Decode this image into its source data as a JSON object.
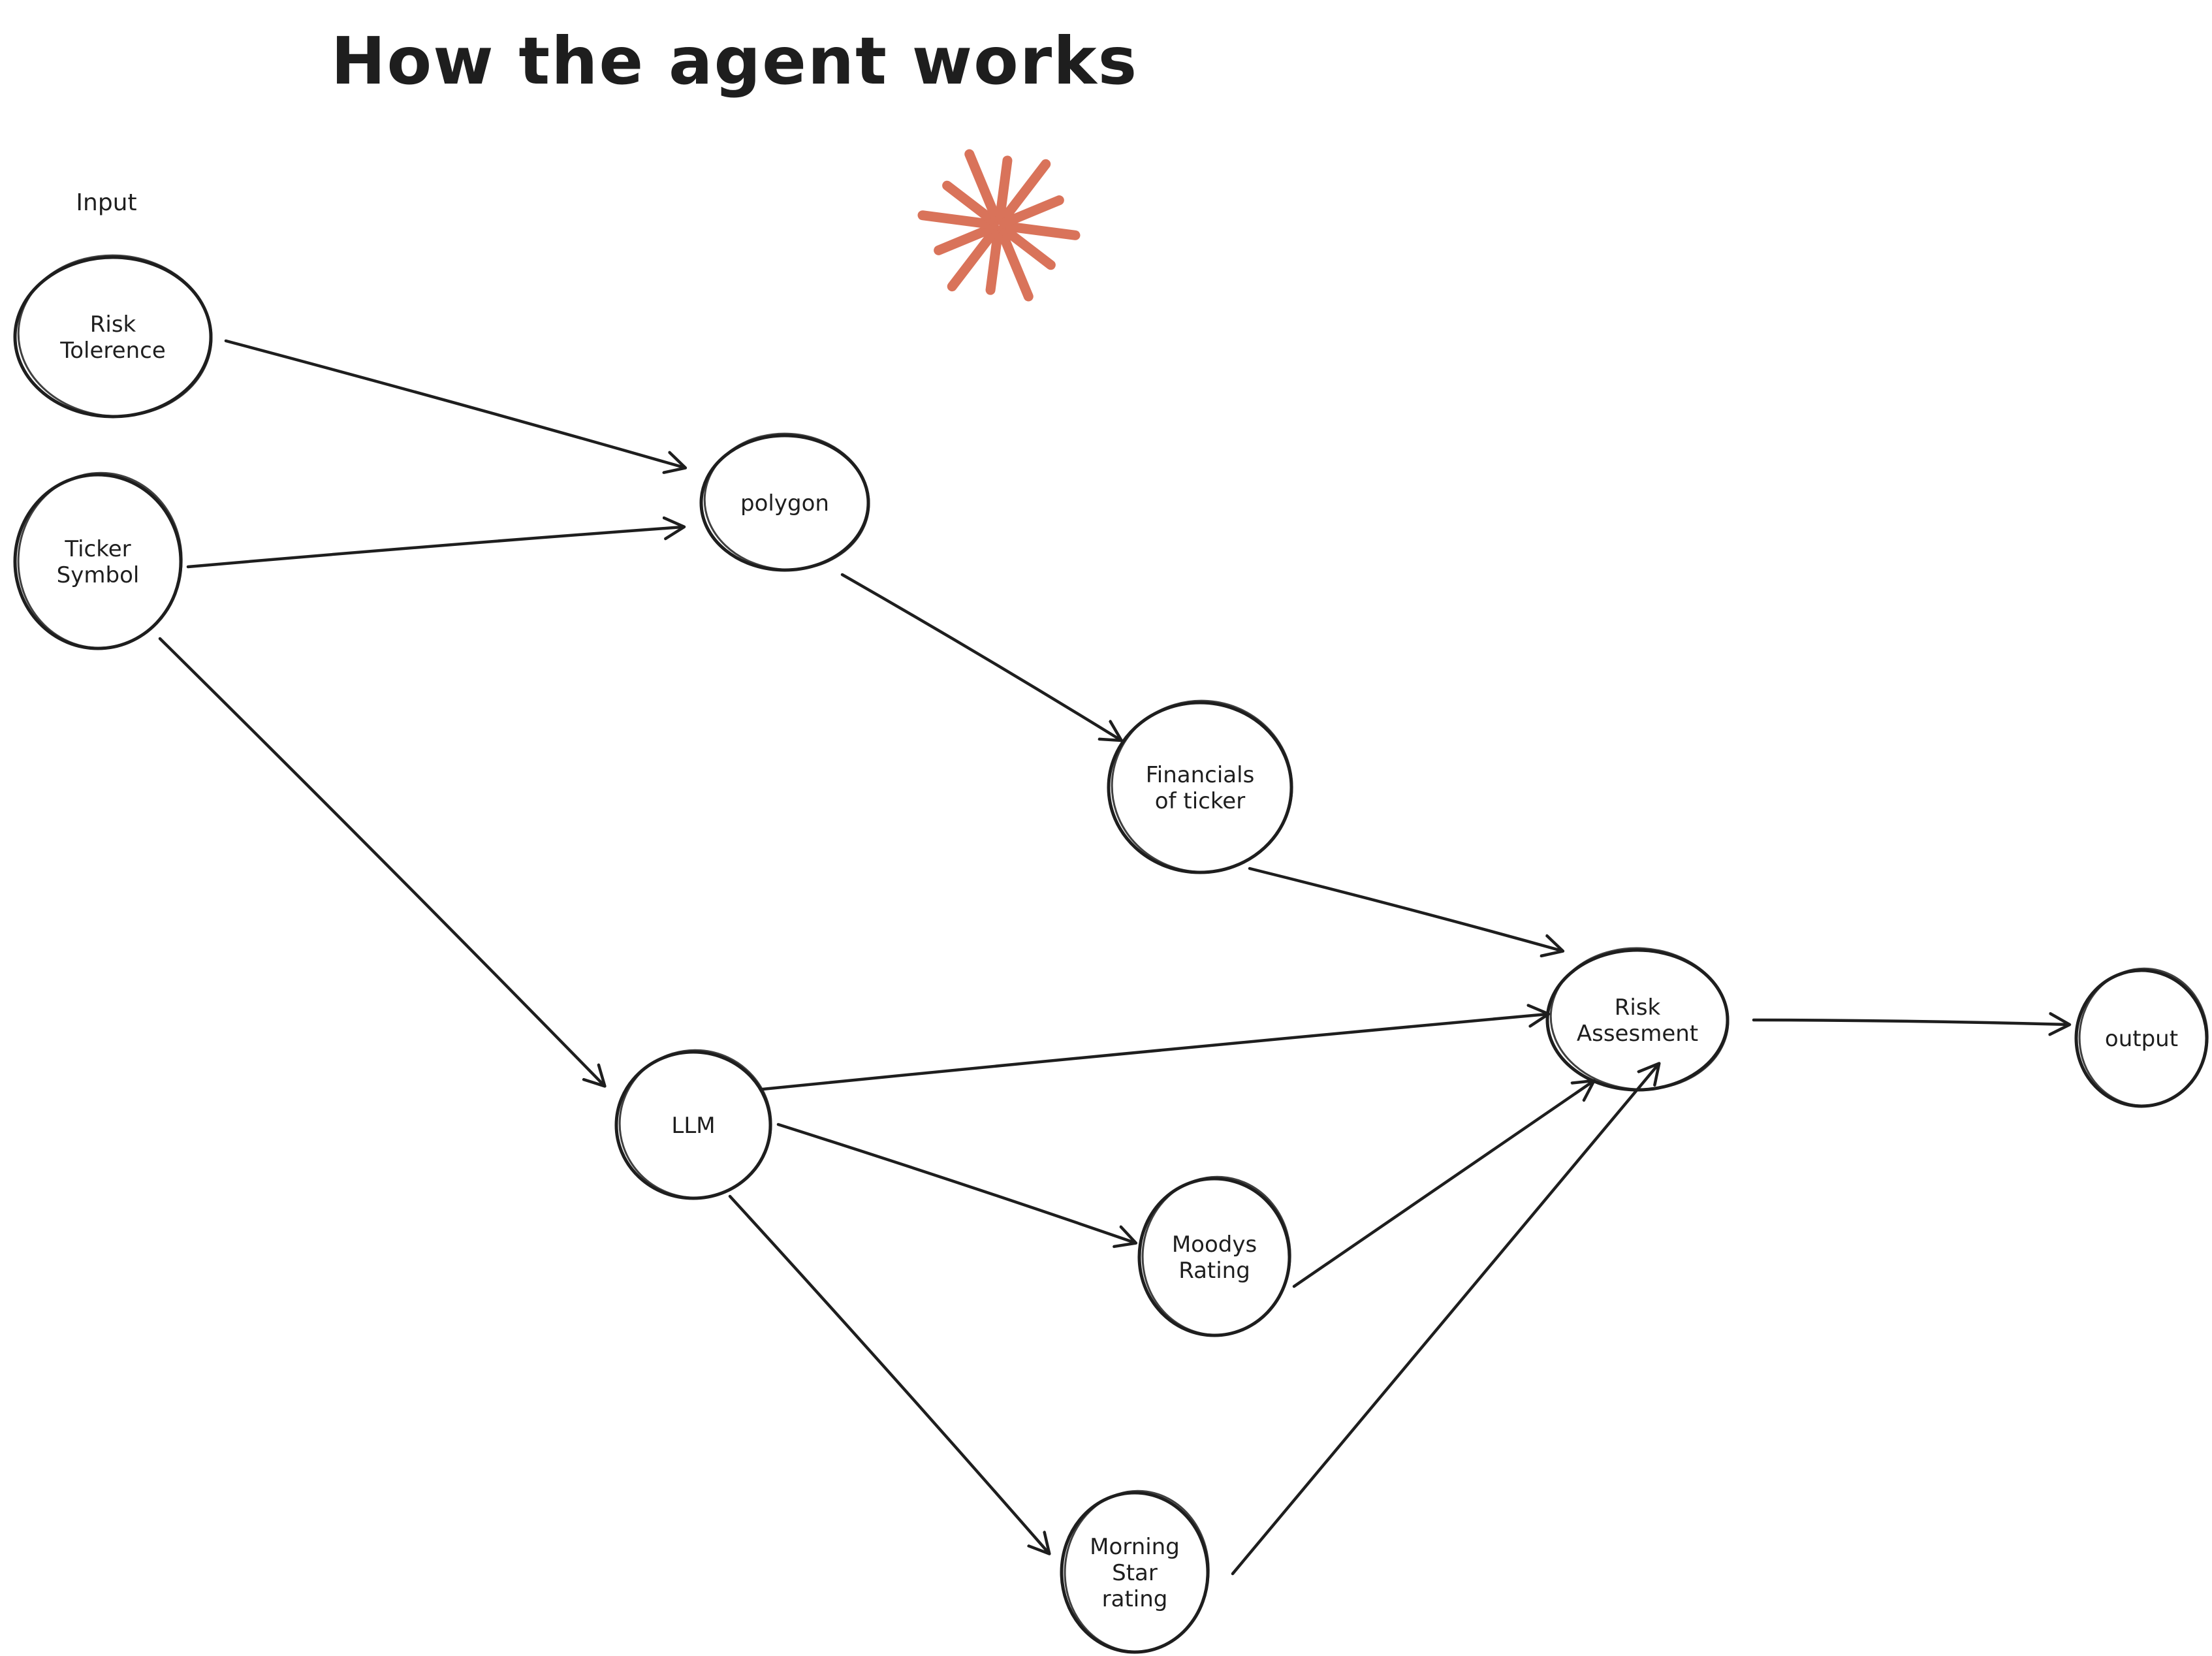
{
  "title": "How the agent works",
  "input_label": "Input",
  "colors": {
    "ink": "#1e1e1e",
    "accent": "#d9735a",
    "background": "#ffffff"
  },
  "decoration": "asterisk-burst",
  "nodes": [
    {
      "id": "risk-tolerence",
      "lines": [
        "Risk",
        "Tolerence"
      ]
    },
    {
      "id": "ticker-symbol",
      "lines": [
        "Ticker",
        "Symbol"
      ]
    },
    {
      "id": "polygon",
      "lines": [
        "polygon"
      ]
    },
    {
      "id": "financials-of-ticker",
      "lines": [
        "Financials",
        "of ticker"
      ]
    },
    {
      "id": "llm",
      "lines": [
        "LLM"
      ]
    },
    {
      "id": "risk-assesment",
      "lines": [
        "Risk",
        "Assesment"
      ]
    },
    {
      "id": "moodys-rating",
      "lines": [
        "Moodys",
        "Rating"
      ]
    },
    {
      "id": "morning-star-rating",
      "lines": [
        "Morning",
        "Star",
        "rating"
      ]
    },
    {
      "id": "output",
      "lines": [
        "output"
      ]
    }
  ],
  "edges": [
    {
      "from": "risk-tolerence",
      "to": "polygon"
    },
    {
      "from": "ticker-symbol",
      "to": "polygon"
    },
    {
      "from": "ticker-symbol",
      "to": "llm"
    },
    {
      "from": "polygon",
      "to": "financials-of-ticker"
    },
    {
      "from": "financials-of-ticker",
      "to": "risk-assesment"
    },
    {
      "from": "llm",
      "to": "risk-assesment"
    },
    {
      "from": "llm",
      "to": "moodys-rating"
    },
    {
      "from": "llm",
      "to": "morning-star-rating"
    },
    {
      "from": "moodys-rating",
      "to": "risk-assesment"
    },
    {
      "from": "morning-star-rating",
      "to": "risk-assesment"
    },
    {
      "from": "risk-assesment",
      "to": "output"
    }
  ]
}
